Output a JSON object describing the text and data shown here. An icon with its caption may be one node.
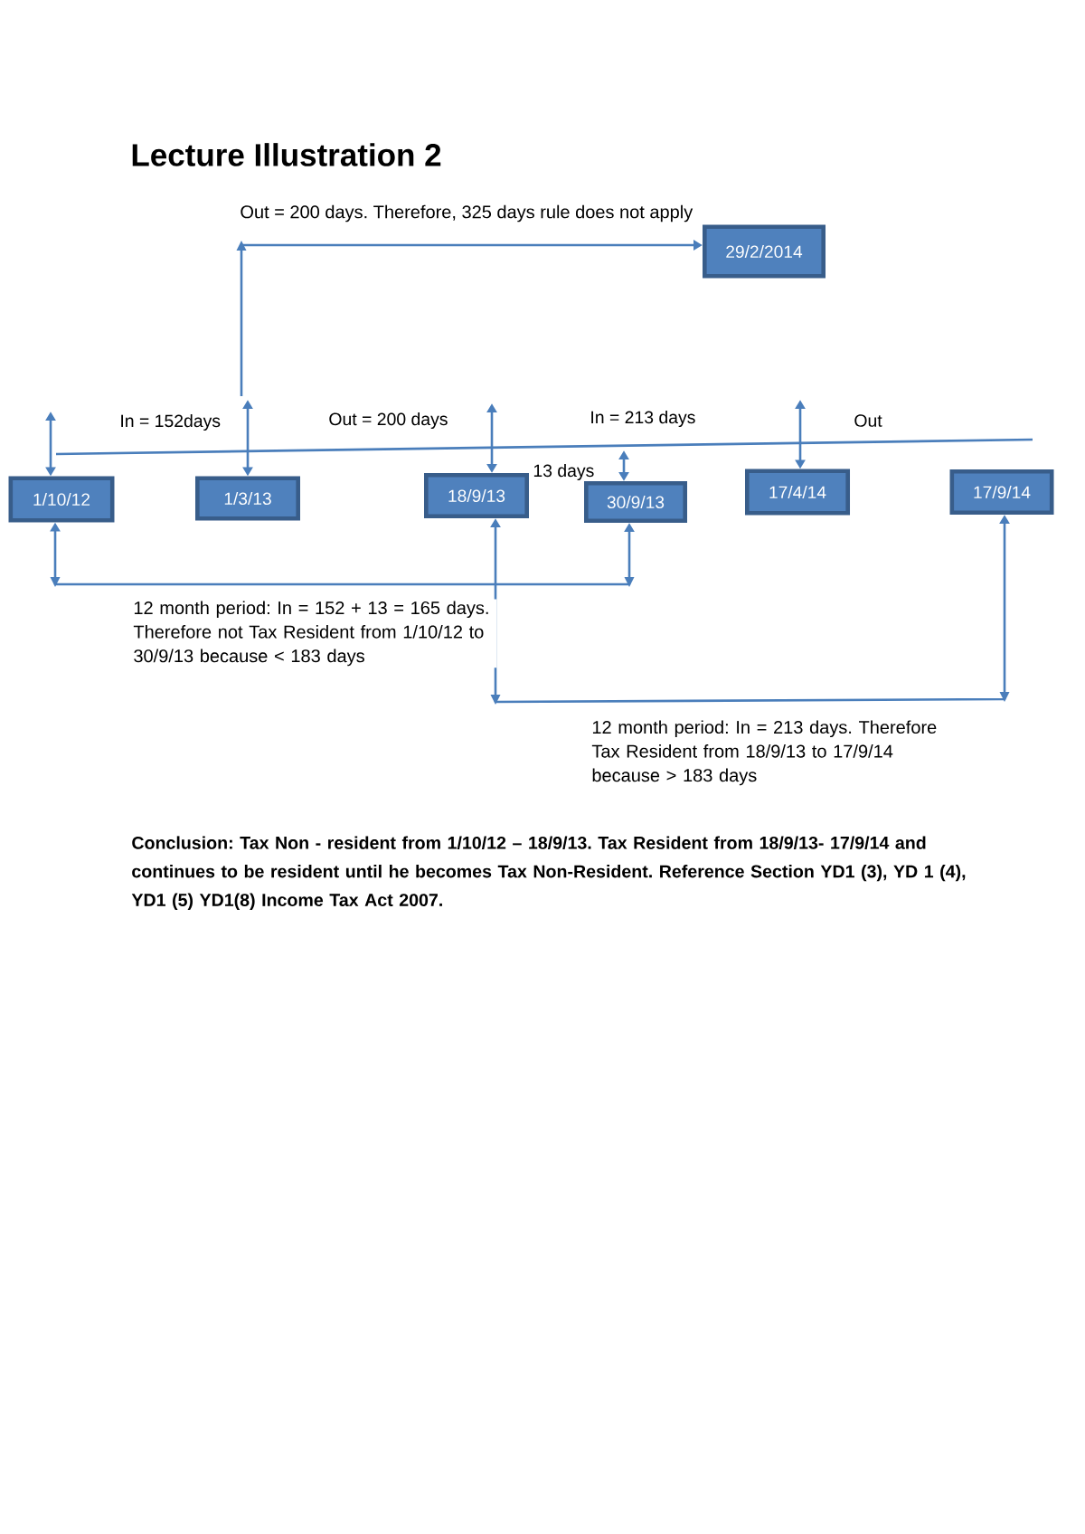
{
  "diagram": {
    "title": "Lecture Illustration 2",
    "nodes": [
      {
        "text": [
          "29/2/2014"
        ]
      },
      {
        "text": [
          "1/10/12"
        ]
      },
      {
        "text": [
          "1/3/13"
        ]
      },
      {
        "text": [
          "18/9/13"
        ]
      },
      {
        "text": [
          "30/9/13"
        ]
      },
      {
        "text": [
          "17/4/14"
        ]
      },
      {
        "text": [
          "17/9/14"
        ]
      }
    ],
    "edges": [
      {
        "from": null,
        "to": 0,
        "arrow": "to",
        "label": "Out = 200 days. Therefore, 325 days rule does not apply"
      },
      {
        "from": null,
        "to": 1,
        "arrow": "both"
      },
      {
        "from": null,
        "to": 2,
        "arrow": "both"
      },
      {
        "from": null,
        "to": 3,
        "arrow": "both"
      },
      {
        "from": null,
        "to": 4,
        "arrow": "both"
      },
      {
        "from": null,
        "to": 5,
        "arrow": "both"
      },
      {
        "from": 1,
        "to": 4,
        "arrow": "both",
        "label": "12 month period: In = 152 + 13 = 165 days. Therefore not Tax Resident from 1/10/12 to 30/9/13 because < 183 days"
      },
      {
        "from": 3,
        "to": 6,
        "arrow": "both",
        "label": "12 month period: In = 213 days. Therefore Tax Resident from 18/9/13 to 17/9/14 because > 183 days"
      }
    ],
    "labels": [
      "In = 152days",
      "Out = 200 days",
      "In = 213 days",
      "Out",
      "13 days",
      "Conclusion: Tax Non - resident from 1/10/12 – 18/9/13. Tax Resident from 18/9/13- 17/9/14 and continues to be resident until he becomes Tax Non-Resident. Reference Section YD1 (3), YD 1 (4), YD1 (5) YD1(8) Income Tax Act 2007."
    ]
  }
}
